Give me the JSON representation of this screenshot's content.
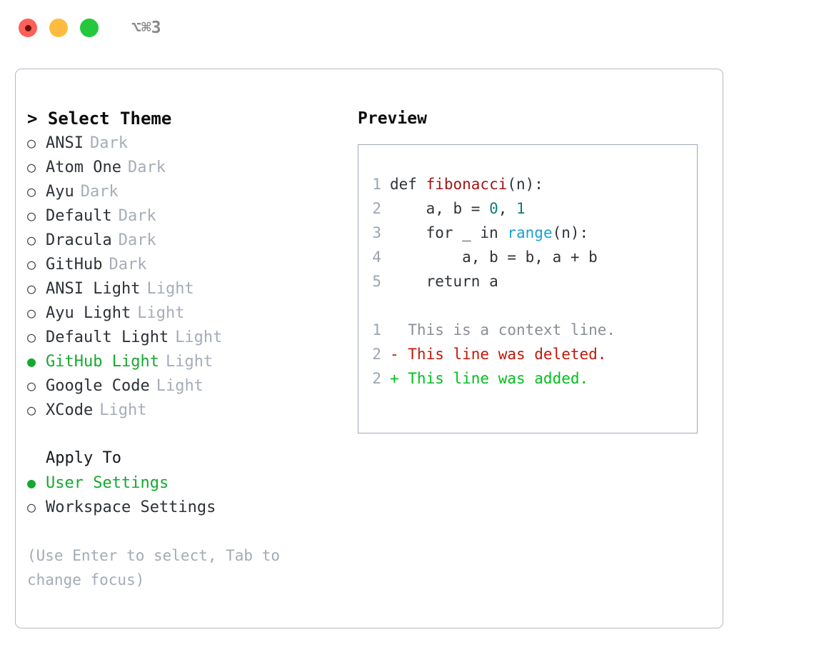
{
  "titlebar": {
    "shortcut": "⌥⌘3",
    "buttons": [
      {
        "name": "close",
        "color": "#fc6058"
      },
      {
        "name": "minimize",
        "color": "#fdbc40"
      },
      {
        "name": "maximize",
        "color": "#25c73c"
      }
    ]
  },
  "left": {
    "heading": "> Select Theme",
    "themes": [
      {
        "bullet": "○",
        "name": "ANSI",
        "tag": "Dark",
        "selected": false
      },
      {
        "bullet": "○",
        "name": "Atom One",
        "tag": "Dark",
        "selected": false
      },
      {
        "bullet": "○",
        "name": "Ayu",
        "tag": "Dark",
        "selected": false
      },
      {
        "bullet": "○",
        "name": "Default",
        "tag": "Dark",
        "selected": false
      },
      {
        "bullet": "○",
        "name": "Dracula",
        "tag": "Dark",
        "selected": false
      },
      {
        "bullet": "○",
        "name": "GitHub",
        "tag": "Dark",
        "selected": false
      },
      {
        "bullet": "○",
        "name": "ANSI Light",
        "tag": "Light",
        "selected": false
      },
      {
        "bullet": "○",
        "name": "Ayu Light",
        "tag": "Light",
        "selected": false
      },
      {
        "bullet": "○",
        "name": "Default Light",
        "tag": "Light",
        "selected": false
      },
      {
        "bullet": "●",
        "name": "GitHub Light",
        "tag": "Light",
        "selected": true
      },
      {
        "bullet": "○",
        "name": "Google Code",
        "tag": "Light",
        "selected": false
      },
      {
        "bullet": "○",
        "name": "XCode",
        "tag": "Light",
        "selected": false
      }
    ],
    "apply_to_heading": "Apply To",
    "apply_to": [
      {
        "bullet": "●",
        "name": "User Settings",
        "selected": true
      },
      {
        "bullet": "○",
        "name": "Workspace Settings",
        "selected": false
      }
    ],
    "hint": "(Use Enter to select, Tab to change focus)"
  },
  "right": {
    "preview_heading": "Preview",
    "code_lines": [
      {
        "no": "1",
        "tokens": [
          {
            "t": "def ",
            "c": "plain"
          },
          {
            "t": "fibonacci",
            "c": "func"
          },
          {
            "t": "(n):",
            "c": "plain"
          }
        ]
      },
      {
        "no": "2",
        "tokens": [
          {
            "t": "    a, b = ",
            "c": "plain"
          },
          {
            "t": "0",
            "c": "num"
          },
          {
            "t": ", ",
            "c": "plain"
          },
          {
            "t": "1",
            "c": "num"
          }
        ]
      },
      {
        "no": "3",
        "tokens": [
          {
            "t": "    for _ in ",
            "c": "plain"
          },
          {
            "t": "range",
            "c": "builtin"
          },
          {
            "t": "(n):",
            "c": "plain"
          }
        ]
      },
      {
        "no": "4",
        "tokens": [
          {
            "t": "        a, b = b, a + b",
            "c": "plain"
          }
        ]
      },
      {
        "no": "5",
        "tokens": [
          {
            "t": "    return a",
            "c": "plain"
          }
        ]
      }
    ],
    "diff_lines": [
      {
        "no": "1",
        "tokens": [
          {
            "t": "  This is a context line.",
            "c": "ctx"
          }
        ]
      },
      {
        "no": "2",
        "tokens": [
          {
            "t": "- This line was deleted.",
            "c": "del"
          }
        ]
      },
      {
        "no": "2",
        "tokens": [
          {
            "t": "+ This line was added.",
            "c": "add"
          }
        ]
      }
    ]
  },
  "colors": {
    "accent_green": "#16a831",
    "muted": "#a6adb8",
    "border": "#b2bac6",
    "code_border": "#9fa9b7",
    "func": "#a31515",
    "number": "#0b7d79",
    "builtin": "#19a0d4",
    "diff_deleted": "#c21807",
    "diff_added": "#00bf1f"
  }
}
